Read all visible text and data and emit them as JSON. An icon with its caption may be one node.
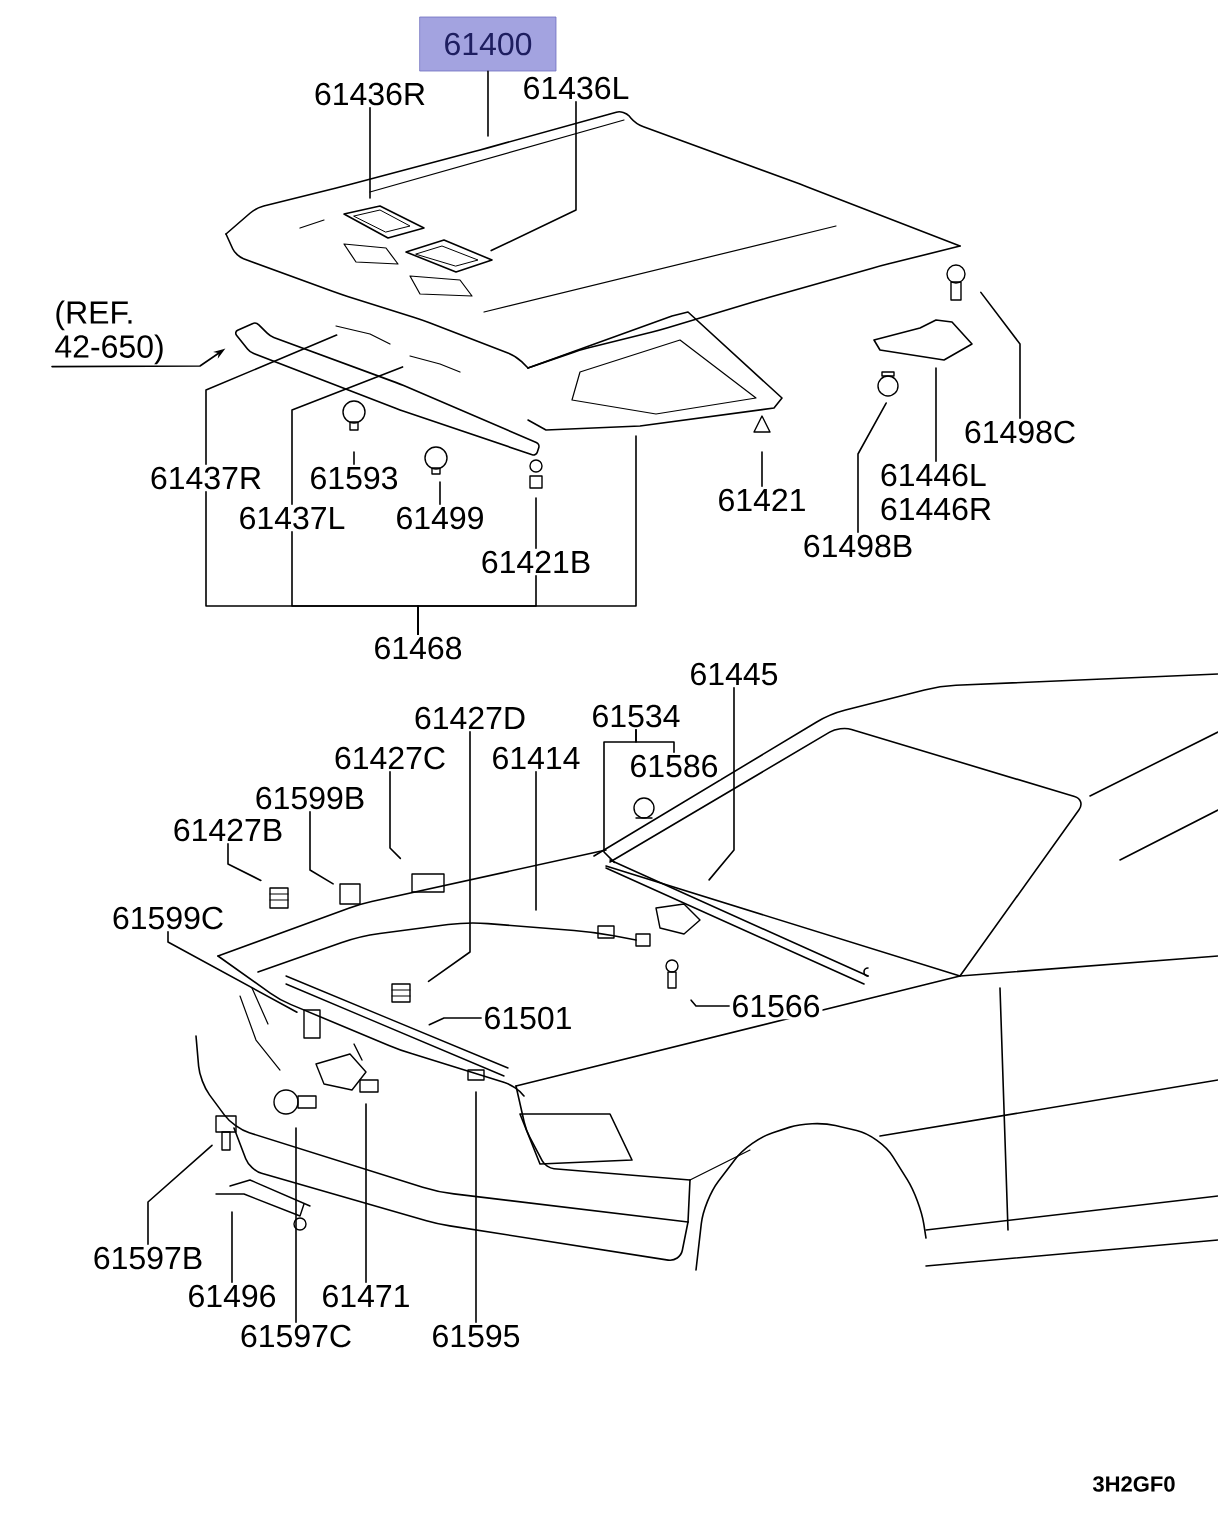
{
  "diagram": {
    "nodes": [
      {
        "text": [
          "61400"
        ]
      },
      {
        "text": [
          "61436R"
        ]
      },
      {
        "text": [
          "61436L"
        ]
      },
      {
        "text": [
          "(REF. 42-650)"
        ]
      },
      {
        "text": [
          "61498C"
        ]
      },
      {
        "text": [
          "61437R"
        ]
      },
      {
        "text": [
          "61593"
        ]
      },
      {
        "text": [
          "61446L",
          "61446R"
        ]
      },
      {
        "text": [
          "61421"
        ]
      },
      {
        "text": [
          "61437L"
        ]
      },
      {
        "text": [
          "61499"
        ]
      },
      {
        "text": [
          "61498B"
        ]
      },
      {
        "text": [
          "61421B"
        ]
      },
      {
        "text": [
          "61468"
        ]
      },
      {
        "text": [
          "61445"
        ]
      },
      {
        "text": [
          "61534"
        ]
      },
      {
        "text": [
          "61427D"
        ]
      },
      {
        "text": [
          "61586"
        ]
      },
      {
        "text": [
          "61427C"
        ]
      },
      {
        "text": [
          "61414"
        ]
      },
      {
        "text": [
          "61599B"
        ]
      },
      {
        "text": [
          "61427B"
        ]
      },
      {
        "text": [
          "61599C"
        ]
      },
      {
        "text": [
          "61566"
        ]
      },
      {
        "text": [
          "61501"
        ]
      },
      {
        "text": [
          "61597B"
        ]
      },
      {
        "text": [
          "61496"
        ]
      },
      {
        "text": [
          "61471"
        ]
      },
      {
        "text": [
          "61597C"
        ]
      },
      {
        "text": [
          "61595"
        ]
      }
    ],
    "edges": [
      {
        "from": 0,
        "to": null,
        "arrow": "none"
      },
      {
        "from": 1,
        "to": null,
        "arrow": "none"
      },
      {
        "from": 2,
        "to": null,
        "arrow": "none"
      },
      {
        "from": 3,
        "to": null,
        "arrow": "to"
      },
      {
        "from": 4,
        "to": null,
        "arrow": "none"
      },
      {
        "from": 5,
        "to": null,
        "arrow": "none"
      },
      {
        "from": 6,
        "to": null,
        "arrow": "none"
      },
      {
        "from": 7,
        "to": null,
        "arrow": "none"
      },
      {
        "from": 8,
        "to": null,
        "arrow": "none"
      },
      {
        "from": 9,
        "to": null,
        "arrow": "none"
      },
      {
        "from": 10,
        "to": null,
        "arrow": "none"
      },
      {
        "from": 11,
        "to": null,
        "arrow": "none"
      },
      {
        "from": 12,
        "to": null,
        "arrow": "none"
      },
      {
        "from": 13,
        "to": 5,
        "arrow": "none"
      },
      {
        "from": 13,
        "to": 9,
        "arrow": "none"
      },
      {
        "from": 13,
        "to": 12,
        "arrow": "none"
      },
      {
        "from": 13,
        "to": null,
        "arrow": "none"
      },
      {
        "from": 14,
        "to": null,
        "arrow": "none"
      },
      {
        "from": 15,
        "to": 17,
        "arrow": "none"
      },
      {
        "from": 15,
        "to": null,
        "arrow": "none"
      },
      {
        "from": 16,
        "to": null,
        "arrow": "none"
      },
      {
        "from": 18,
        "to": null,
        "arrow": "none"
      },
      {
        "from": 19,
        "to": null,
        "arrow": "none"
      },
      {
        "from": 20,
        "to": null,
        "arrow": "none"
      },
      {
        "from": 21,
        "to": null,
        "arrow": "none"
      },
      {
        "from": 22,
        "to": null,
        "arrow": "none"
      },
      {
        "from": 23,
        "to": null,
        "arrow": "none"
      },
      {
        "from": 24,
        "to": null,
        "arrow": "none"
      },
      {
        "from": 25,
        "to": null,
        "arrow": "none"
      },
      {
        "from": 26,
        "to": null,
        "arrow": "none"
      },
      {
        "from": 27,
        "to": null,
        "arrow": "none"
      },
      {
        "from": 28,
        "to": null,
        "arrow": "none"
      },
      {
        "from": 29,
        "to": null,
        "arrow": "none"
      }
    ],
    "labels": [
      "3H2GF0"
    ]
  }
}
